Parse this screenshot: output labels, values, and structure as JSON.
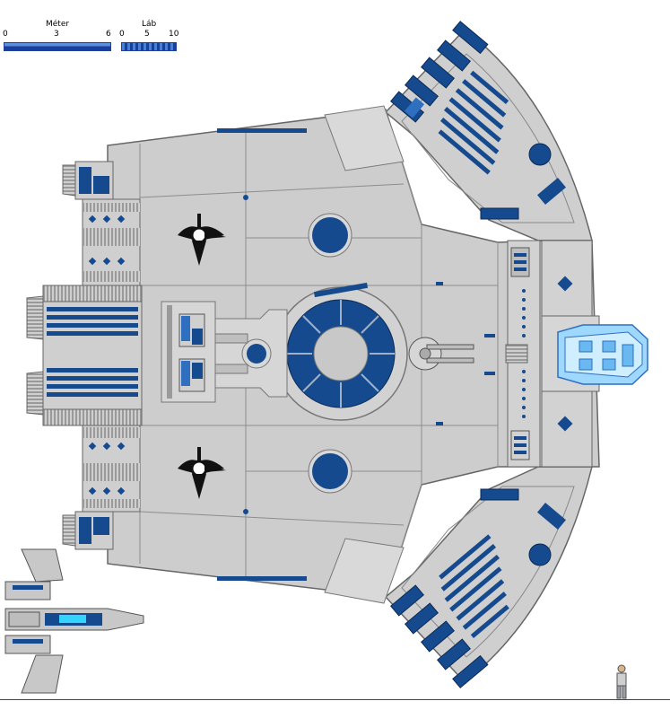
{
  "scale": {
    "meter": {
      "title": "Méter",
      "ticks": [
        "0",
        "3",
        "6"
      ]
    },
    "lab": {
      "title": "Láb",
      "ticks": [
        "0",
        "5",
        "10"
      ]
    }
  },
  "colors": {
    "hull": "#c8c8c8",
    "hull_light": "#dcdcdc",
    "outline": "#6b6b6b",
    "dark": "#9a9a9a",
    "blue": "#154a8f",
    "blue_light": "#2f6fc0",
    "cyan": "#9fd8ff",
    "baseline": "#3535b8"
  },
  "icons": [
    "emblem-icon",
    "human-figure-icon",
    "side-view-ship-icon"
  ]
}
